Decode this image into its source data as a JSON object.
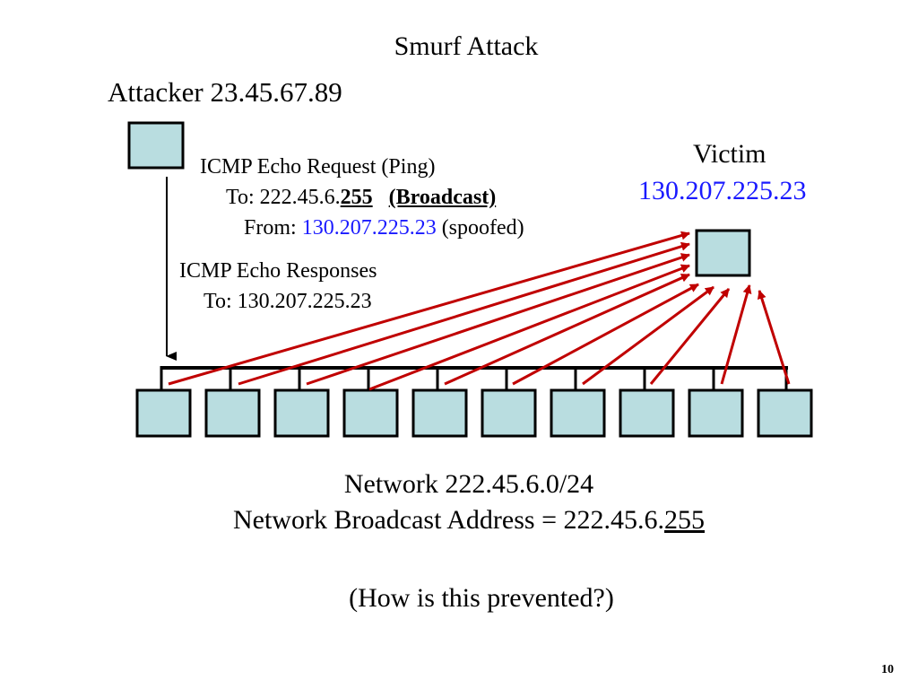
{
  "title": "Smurf Attack",
  "attacker": {
    "label": "Attacker 23.45.67.89"
  },
  "victim": {
    "label": "Victim",
    "ip": "130.207.225.23"
  },
  "request": {
    "line1": "ICMP Echo Request (Ping)",
    "to_prefix": "To: 222.45.6.",
    "to_host": "255",
    "broadcast": "(Broadcast)",
    "from_prefix": "From: ",
    "from_ip": "130.207.225.23",
    "spoofed": " (spoofed)"
  },
  "responses": {
    "line1": "ICMP Echo Responses",
    "line2": "To: 130.207.225.23"
  },
  "network": {
    "label": "Network 222.45.6.0/24",
    "broadcast_prefix": "Network Broadcast Address = 222.45.6.",
    "broadcast_host": "255"
  },
  "question": "(How is this prevented?)",
  "page_number": "10",
  "colors": {
    "node_fill": "#b9dde0",
    "node_stroke": "#000000",
    "arrow": "#c00000",
    "ip_text": "#1a1aff"
  }
}
